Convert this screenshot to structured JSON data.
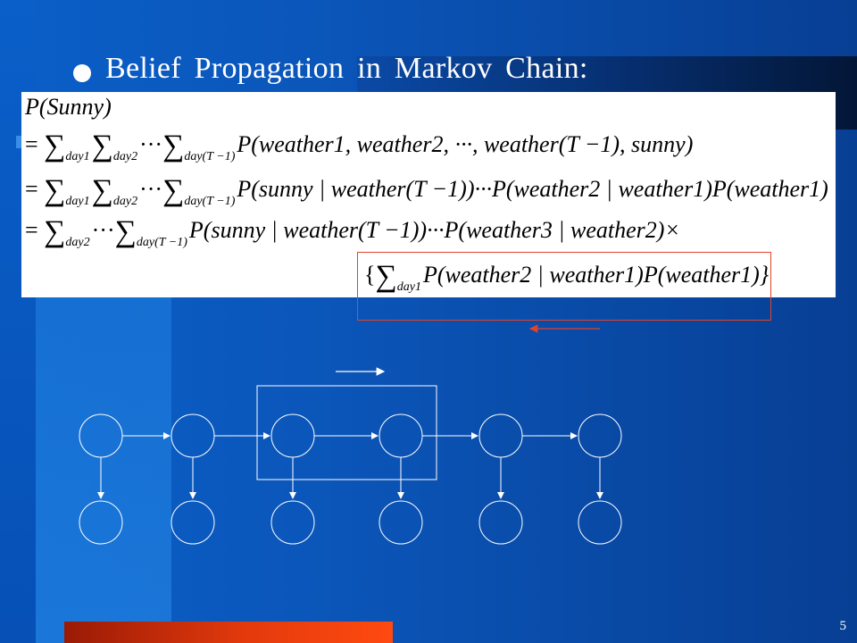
{
  "slide": {
    "heading": "Belief Propagation in Markov Chain:",
    "page_number": "5"
  },
  "formula": {
    "line0": "P(Sunny)",
    "line1_prefix": "= ",
    "line1_sub1": "day1",
    "line1_sub2": "day2",
    "line1_dots": "···",
    "line1_sub3": "day(T −1)",
    "line1_body": "P(weather1, weather2, ···, weather(T −1), sunny)",
    "line2_prefix": "= ",
    "line2_sub1": "day1",
    "line2_sub2": "day2",
    "line2_dots": "···",
    "line2_sub3": "day(T −1)",
    "line2_body": "P(sunny | weather(T −1))···P(weather2 | weather1)P(weather1)",
    "line3_prefix": "= ",
    "line3_sub1": "day2",
    "line3_dots": "···",
    "line3_sub2": "day(T −1)",
    "line3_body": "P(sunny | weather(T −1))···P(weather3 | weather2)×",
    "line4_open": "{",
    "line4_sub": "day1",
    "line4_body": "P(weather2 | weather1)P(weather1)}"
  },
  "colors": {
    "highlight_box": "#e0432a",
    "node_stroke": "#ffffff",
    "arrow_left": "#e0432a",
    "arrow_right": "#ffffff"
  }
}
